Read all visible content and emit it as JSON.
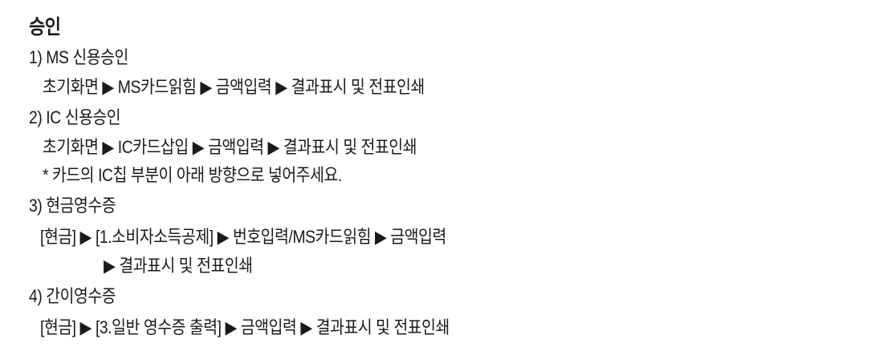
{
  "title": "승인",
  "sections": [
    {
      "heading": "1) MS 신용승인",
      "lines": [
        "초기화면 ▶ MS카드읽힘 ▶ 금액입력 ▶ 결과표시 및 전표인쇄"
      ]
    },
    {
      "heading": "2) IC 신용승인",
      "lines": [
        "초기화면 ▶ IC카드삽입 ▶ 금액입력 ▶ 결과표시 및 전표인쇄",
        "* 카드의 IC칩 부분이 아래 방향으로 넣어주세요."
      ]
    },
    {
      "heading": "3) 현금영수증",
      "lines": [
        "[현금] ▶ [1.소비자소득공제] ▶ 번호입력/MS카드읽힘 ▶ 금액입력",
        "▶ 결과표시 및 전표인쇄"
      ]
    },
    {
      "heading": "4) 간이영수증",
      "lines": [
        "[현금] ▶ [3.일반 영수증 출력] ▶ 금액입력 ▶ 결과표시 및 전표인쇄"
      ]
    }
  ]
}
